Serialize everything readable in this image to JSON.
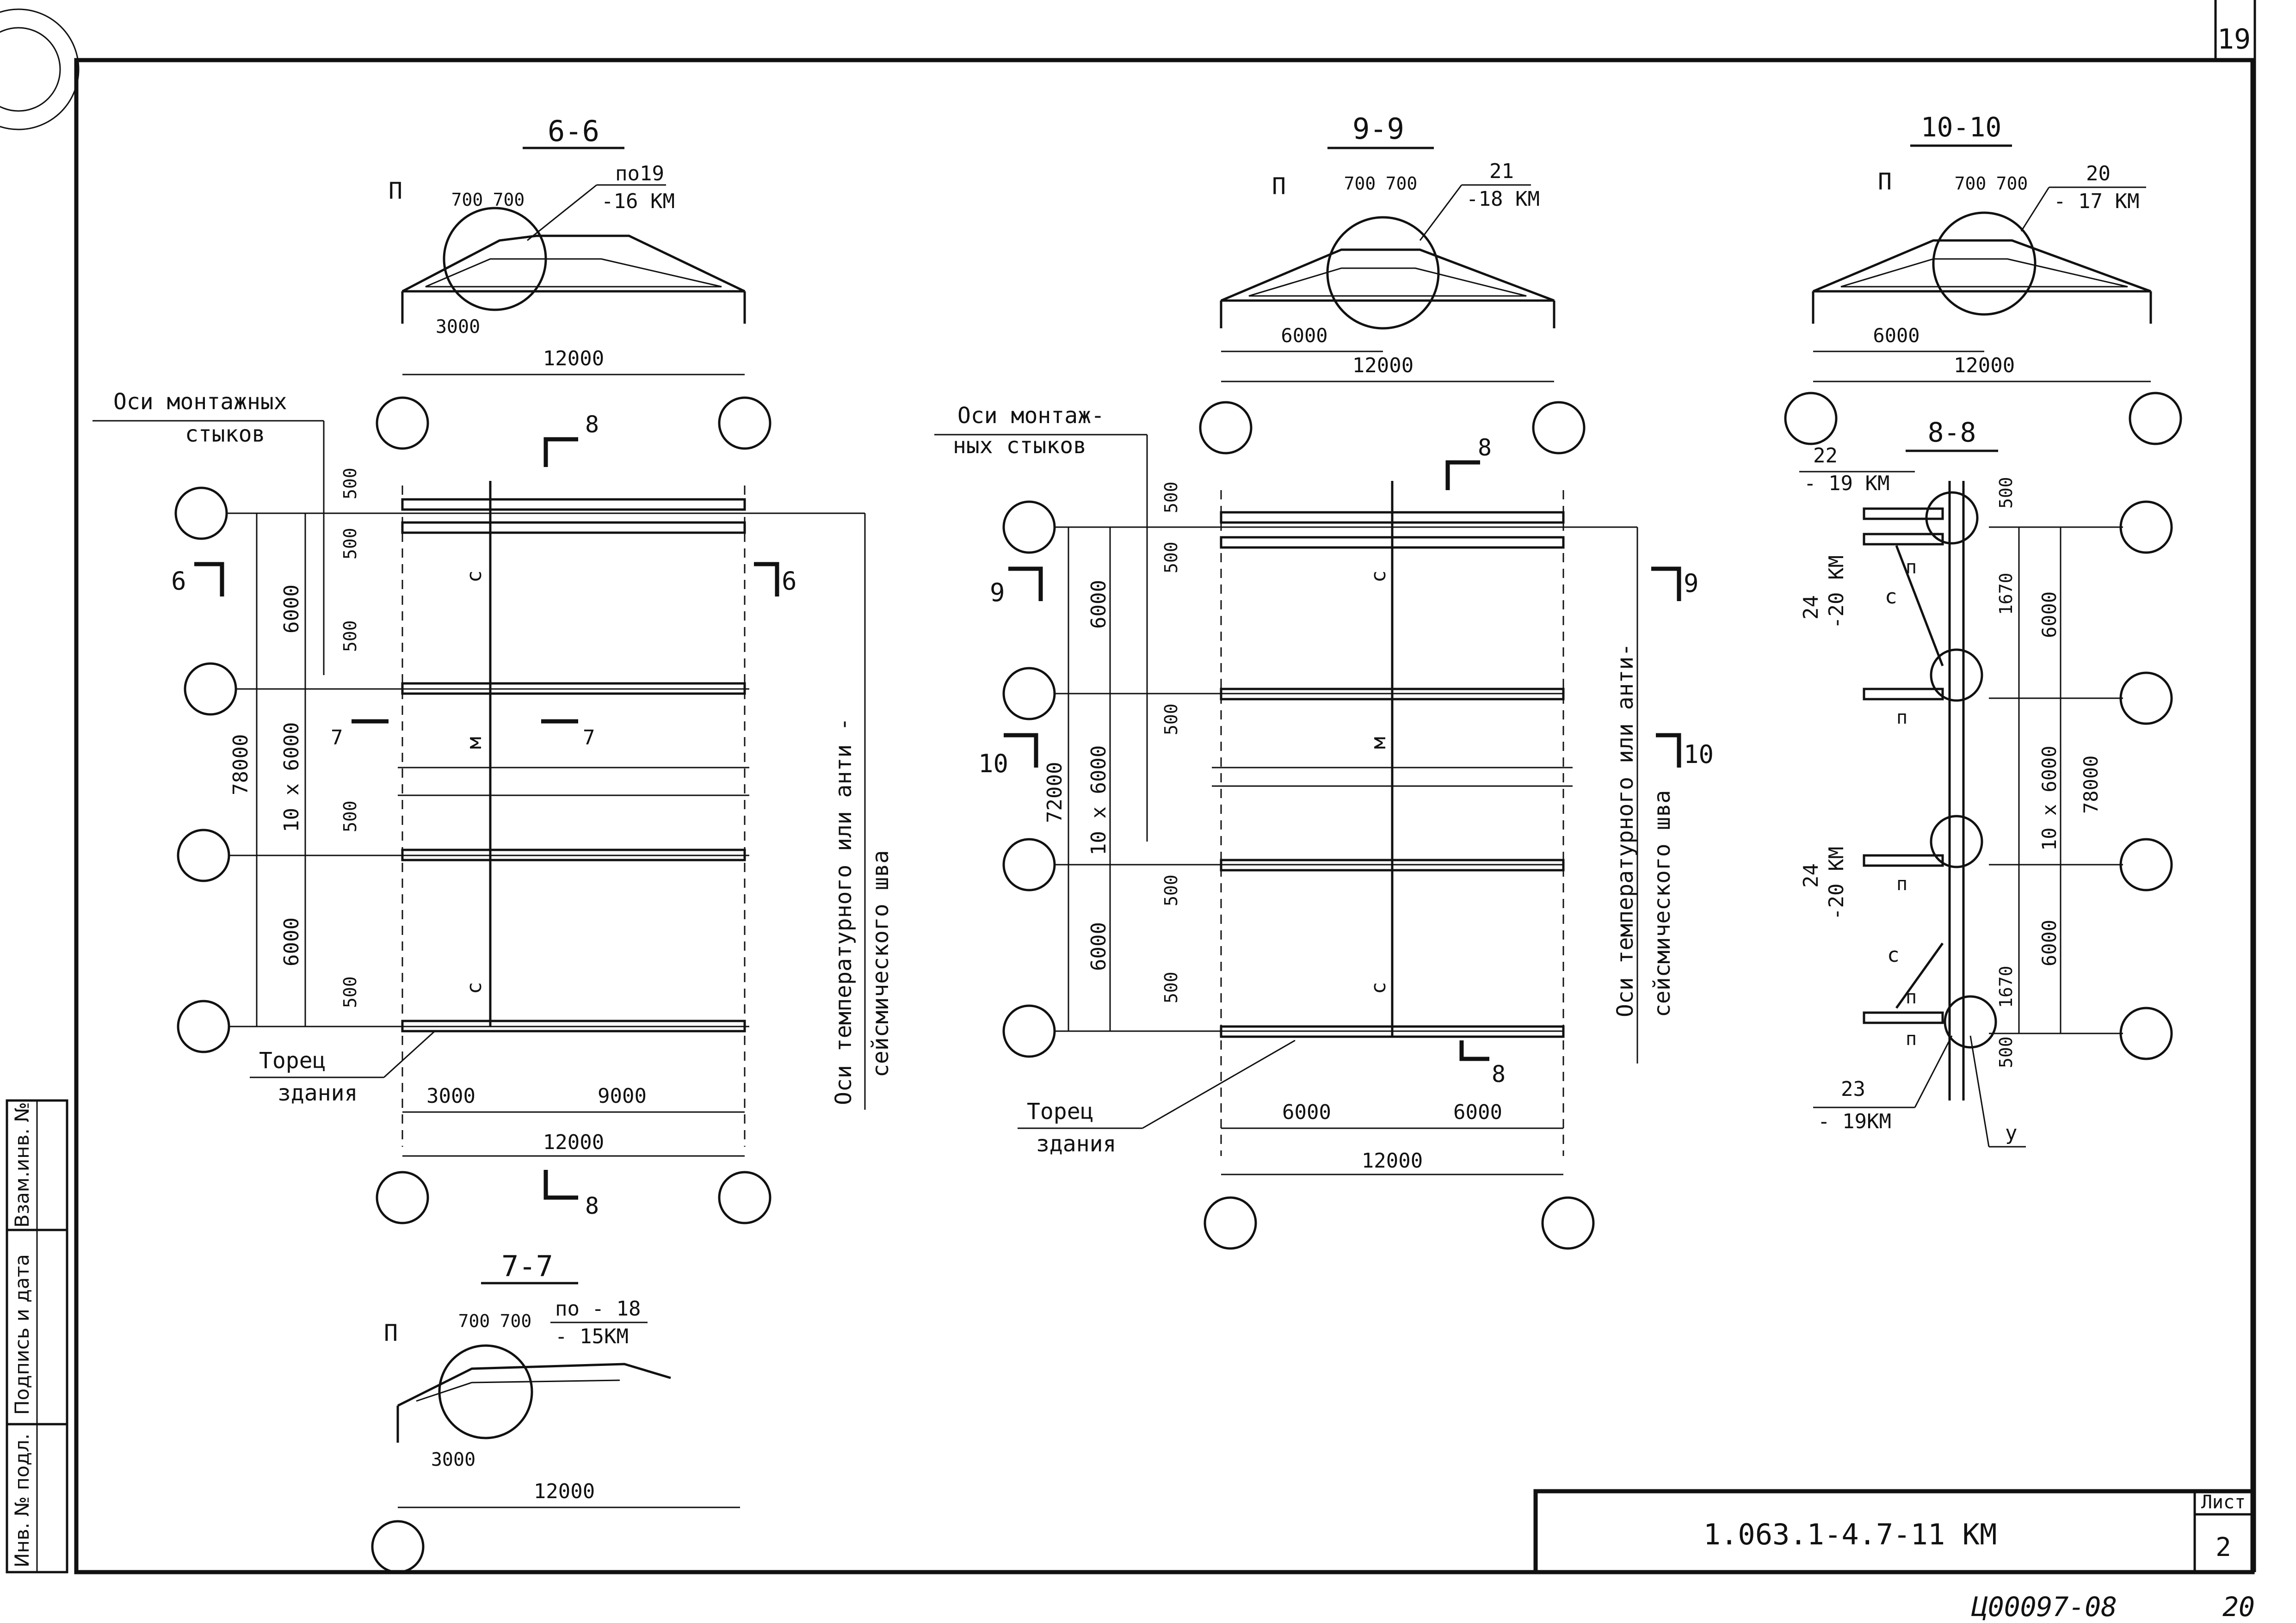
{
  "sheet": {
    "page_top": "19",
    "page_bottom": "20",
    "archive_code": "Ц00097-08",
    "drawing_code": "1.063.1-4.7-11 КМ",
    "list_label": "Лист",
    "list_number": "2"
  },
  "side_stamp": {
    "inv_podl": "Инв. № подл.",
    "podpis_data": "Подпись и дата",
    "vzam_inv": "Взам.инв. №"
  },
  "left_plan": {
    "axes_note_line1": "Оси монтажных",
    "axes_note_line2": "стыков",
    "torec_line1": "Торец",
    "torec_line2": "здания",
    "seismic_line1": "Оси температурного или анти -",
    "seismic_line2": "сейсмического шва",
    "dim_total": "78000",
    "dim_10x": "10 x 6000",
    "dim_6000_a": "6000",
    "dim_6000_b": "6000",
    "dim_500_1": "500",
    "dim_500_2": "500",
    "dim_500_3": "500",
    "dim_500_4": "500",
    "dim_500_5": "500",
    "dim_3000": "3000",
    "dim_9000": "9000",
    "dim_12000": "12000",
    "cut_8_top": "8",
    "cut_8_bot": "8",
    "cut_6_left": "6",
    "cut_6_right": "6",
    "cut_7_left": "7",
    "cut_7_right": "7",
    "label_c1": "с",
    "label_c2": "с",
    "label_m": "м"
  },
  "mid_plan": {
    "axes_note_line1": "Оси монтаж-",
    "axes_note_line2": "ных стыков",
    "torec_line1": "Торец",
    "torec_line2": "здания",
    "seismic_line1": "Оси температурного или анти-",
    "seismic_line2": "сейсмического шва",
    "dim_total": "72000",
    "dim_10x": "10 x 6000",
    "dim_6000_a": "6000",
    "dim_6000_b": "6000",
    "dim_500_1": "500",
    "dim_500_2": "500",
    "dim_500_3": "500",
    "dim_500_4": "500",
    "dim_500_5": "500",
    "dim_6000_l": "6000",
    "dim_6000_r": "6000",
    "dim_12000": "12000",
    "cut_8_top": "8",
    "cut_8_bot": "8",
    "cut_9_left": "9",
    "cut_9_right": "9",
    "cut_10_left": "10",
    "cut_10_right": "10",
    "label_c1": "с",
    "label_c2": "с",
    "label_m": "м"
  },
  "section_6": {
    "title": "6-6",
    "p": "П",
    "d700a": "700",
    "d700b": "700",
    "ref1": "по19",
    "ref2": "-16 КМ",
    "dim_3000": "3000",
    "dim_12000": "12000"
  },
  "section_9": {
    "title": "9-9",
    "p": "П",
    "d700a": "700",
    "d700b": "700",
    "ref1": "21",
    "ref2": "-18 КМ",
    "dim_6000": "6000",
    "dim_12000": "12000"
  },
  "section_10": {
    "title": "10-10",
    "p": "П",
    "d700a": "700",
    "d700b": "700",
    "ref1": "20",
    "ref2": "- 17 КМ",
    "dim_6000": "6000",
    "dim_12000": "12000"
  },
  "section_7": {
    "title": "7-7",
    "p": "П",
    "d700a": "700",
    "d700b": "700",
    "ref1": "по - 18",
    "ref2": "- 15КМ",
    "dim_3000": "3000",
    "dim_12000": "12000"
  },
  "section_8": {
    "title": "8-8",
    "ref22a": "22",
    "ref22b": "- 19 КМ",
    "ref24a": "24",
    "ref24b": "-20 КМ",
    "ref24c": "24",
    "ref24d": "-20 КМ",
    "ref23a": "23",
    "ref23b": "- 19КМ",
    "dim_500_top": "500",
    "dim_1670_top": "1670",
    "dim_6000_top": "6000",
    "dim_10x": "10 x 6000",
    "dim_78000": "78000",
    "dim_6000_bot": "6000",
    "dim_1670_bot": "1670",
    "dim_500_bot": "500",
    "label_c1": "с",
    "label_c2": "с",
    "label_p1": "п",
    "label_p2": "п",
    "label_p3": "п",
    "label_p4": "п",
    "label_p5": "п",
    "label_u": "у"
  }
}
